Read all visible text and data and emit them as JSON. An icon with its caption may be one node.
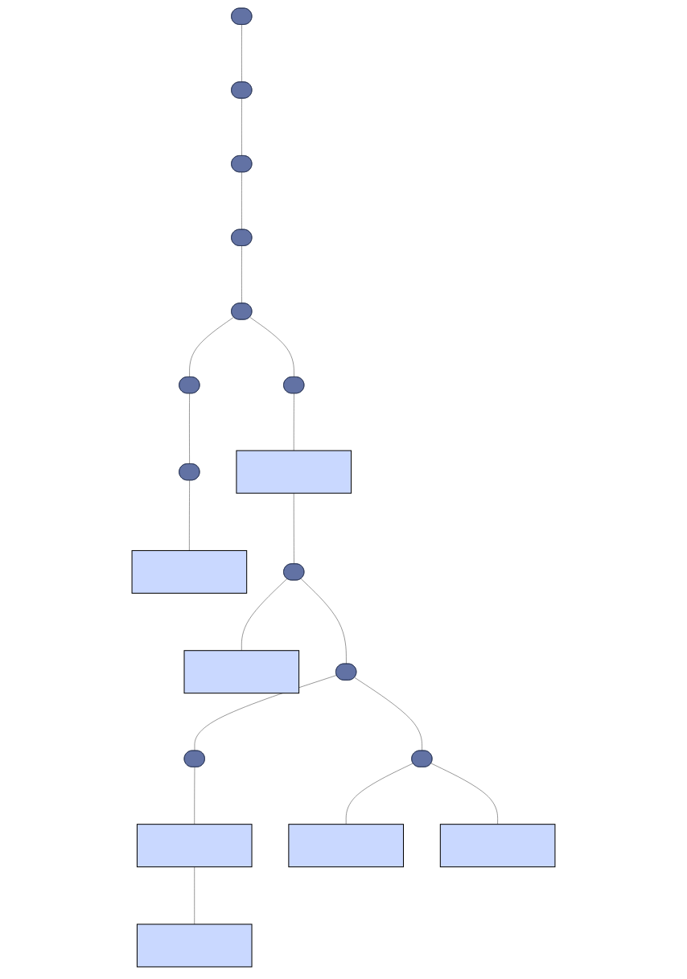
{
  "diagram": {
    "nodes": [
      {
        "text": [],
        "shape": "ellipse"
      },
      {
        "text": [],
        "shape": "ellipse"
      },
      {
        "text": [],
        "shape": "ellipse"
      },
      {
        "text": [],
        "shape": "ellipse"
      },
      {
        "text": [],
        "shape": "ellipse"
      },
      {
        "text": [],
        "shape": "ellipse"
      },
      {
        "text": [],
        "shape": "ellipse"
      },
      {
        "text": [],
        "shape": "box"
      },
      {
        "text": [],
        "shape": "ellipse"
      },
      {
        "text": [],
        "shape": "box"
      },
      {
        "text": [],
        "shape": "ellipse"
      },
      {
        "text": [],
        "shape": "box"
      },
      {
        "text": [],
        "shape": "ellipse"
      },
      {
        "text": [],
        "shape": "ellipse"
      },
      {
        "text": [],
        "shape": "ellipse"
      },
      {
        "text": [],
        "shape": "box"
      },
      {
        "text": [],
        "shape": "box"
      },
      {
        "text": [],
        "shape": "box"
      },
      {
        "text": [],
        "shape": "box"
      }
    ],
    "edges": [
      {
        "from": 0,
        "to": 1,
        "arrow": "none"
      },
      {
        "from": 1,
        "to": 2,
        "arrow": "none"
      },
      {
        "from": 2,
        "to": 3,
        "arrow": "none"
      },
      {
        "from": 3,
        "to": 4,
        "arrow": "none"
      },
      {
        "from": 4,
        "to": 5,
        "arrow": "none"
      },
      {
        "from": 4,
        "to": 6,
        "arrow": "none"
      },
      {
        "from": 6,
        "to": 7,
        "arrow": "none"
      },
      {
        "from": 5,
        "to": 8,
        "arrow": "none"
      },
      {
        "from": 8,
        "to": 9,
        "arrow": "none"
      },
      {
        "from": 7,
        "to": 10,
        "arrow": "none"
      },
      {
        "from": 10,
        "to": 12,
        "arrow": "none"
      },
      {
        "from": 10,
        "to": 11,
        "arrow": "none"
      },
      {
        "from": 12,
        "to": 13,
        "arrow": "none"
      },
      {
        "from": 12,
        "to": 14,
        "arrow": "none"
      },
      {
        "from": 13,
        "to": 15,
        "arrow": "none"
      },
      {
        "from": 14,
        "to": 16,
        "arrow": "none"
      },
      {
        "from": 14,
        "to": 18,
        "arrow": "none"
      },
      {
        "from": 15,
        "to": 17,
        "arrow": "none"
      }
    ]
  }
}
